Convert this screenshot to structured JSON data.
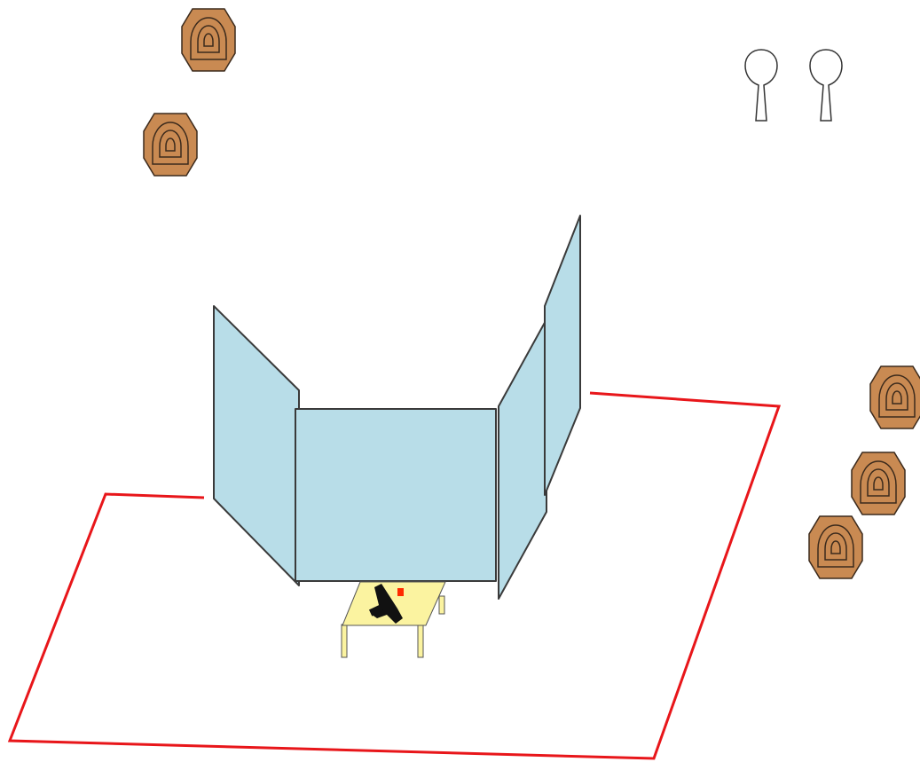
{
  "colors": {
    "background": "#ffffff",
    "boundary": "#e8161a",
    "wall_fill": "#b8dde8",
    "wall_stroke": "#3a3a3a",
    "target_fill": "#c98a52",
    "target_stroke": "#3b2a1c",
    "popper_fill": "#ffffff",
    "popper_stroke": "#333333",
    "table_top": "#fbf3a0",
    "table_stroke": "#555555",
    "start_marker": "#ff2a00",
    "pistol": "#111111"
  },
  "icons": {
    "paper_target": "ipsc-paper-target-icon",
    "steel_popper": "steel-popper-icon",
    "pistol": "pistol-icon",
    "table": "start-table-icon",
    "start_marker": "start-position-marker"
  },
  "stage": {
    "paper_target_count": 5,
    "steel_popper_count": 2,
    "wall_count": 4,
    "start_table_count": 1
  }
}
